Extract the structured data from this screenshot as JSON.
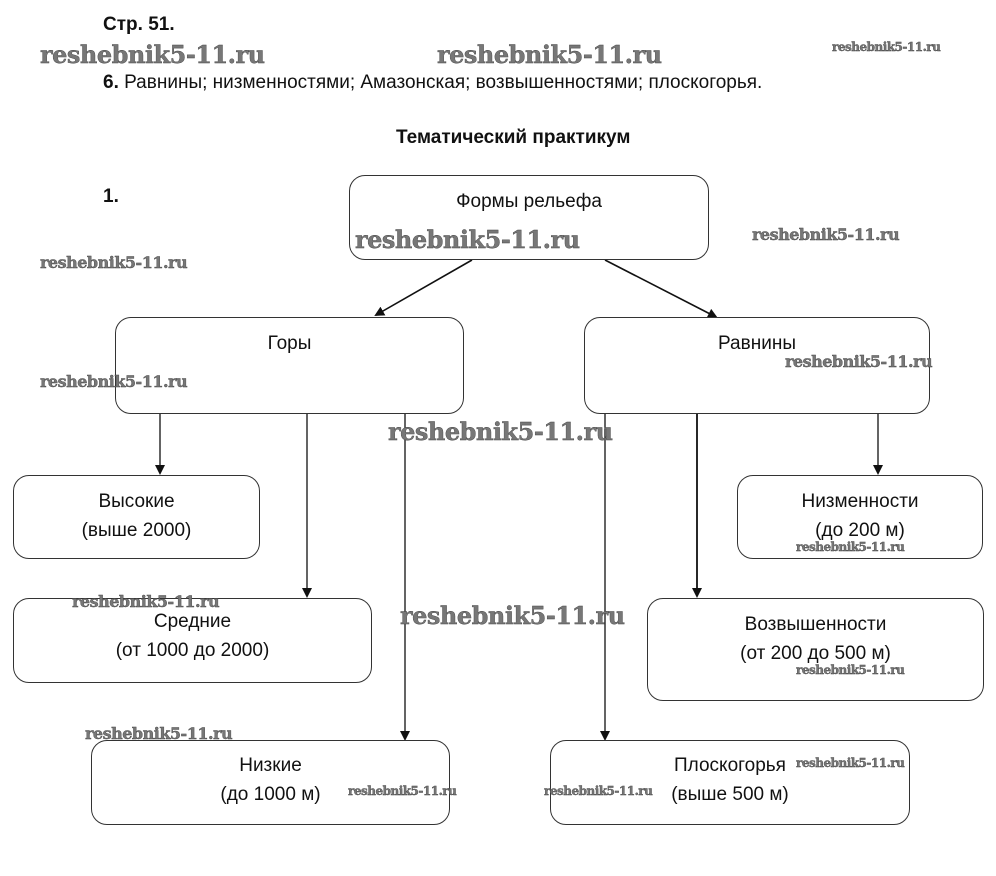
{
  "header": {
    "page_ref": "Стр. 51.",
    "answer_number": "6.",
    "answer_text": "Равнины; низменностями; Амазонская; возвышенностями; плоскогорья."
  },
  "section_title": "Тематический практикум",
  "task_number": "1.",
  "diagram": {
    "root": "Формы рельефа",
    "mountains": {
      "label": "Горы",
      "children": [
        {
          "name": "Высокие",
          "range": "(выше 2000)"
        },
        {
          "name": "Средние",
          "range": "(от 1000 до 2000)"
        },
        {
          "name": "Низкие",
          "range": "(до 1000 м)"
        }
      ]
    },
    "plains": {
      "label": "Равнины",
      "children": [
        {
          "name": "Низменности",
          "range": "(до 200 м)"
        },
        {
          "name": "Возвышенности",
          "range": "(от 200 до 500 м)"
        },
        {
          "name": "Плоскогорья",
          "range": "(выше 500 м)"
        }
      ]
    }
  },
  "watermark": "reshebnik5-11.ru"
}
